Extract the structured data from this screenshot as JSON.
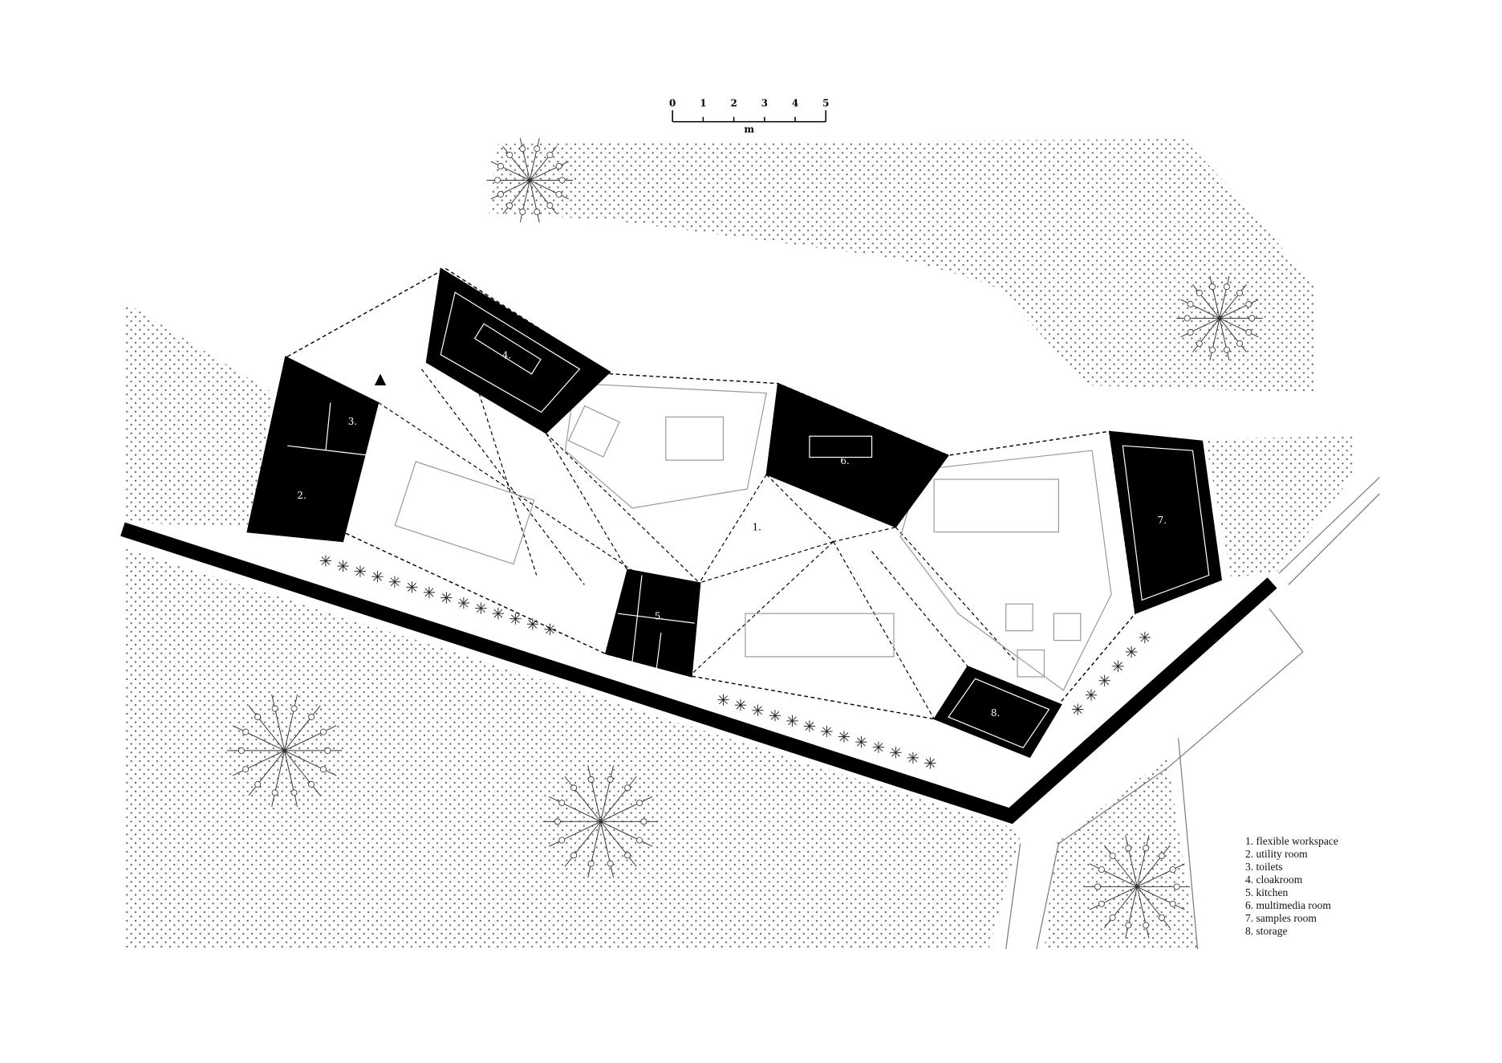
{
  "scale_bar": {
    "ticks": [
      "0",
      "1",
      "2",
      "3",
      "4",
      "5"
    ],
    "unit": "m"
  },
  "rooms": [
    {
      "number": "1.",
      "name": "flexible workspace"
    },
    {
      "number": "2.",
      "name": "utility room"
    },
    {
      "number": "3.",
      "name": "toilets"
    },
    {
      "number": "4.",
      "name": "cloakroom"
    },
    {
      "number": "5.",
      "name": "kitchen"
    },
    {
      "number": "6.",
      "name": "multimedia room"
    },
    {
      "number": "7.",
      "name": "samples room"
    },
    {
      "number": "8.",
      "name": "storage"
    }
  ],
  "legend": [
    "1. flexible workspace",
    "2. utility room",
    "3. toilets",
    "4. cloakroom",
    "5. kitchen",
    "6. multimedia room",
    "7. samples room",
    "8. storage"
  ],
  "colors": {
    "ink": "#000000",
    "paper": "#ffffff",
    "dots": "#555555"
  }
}
